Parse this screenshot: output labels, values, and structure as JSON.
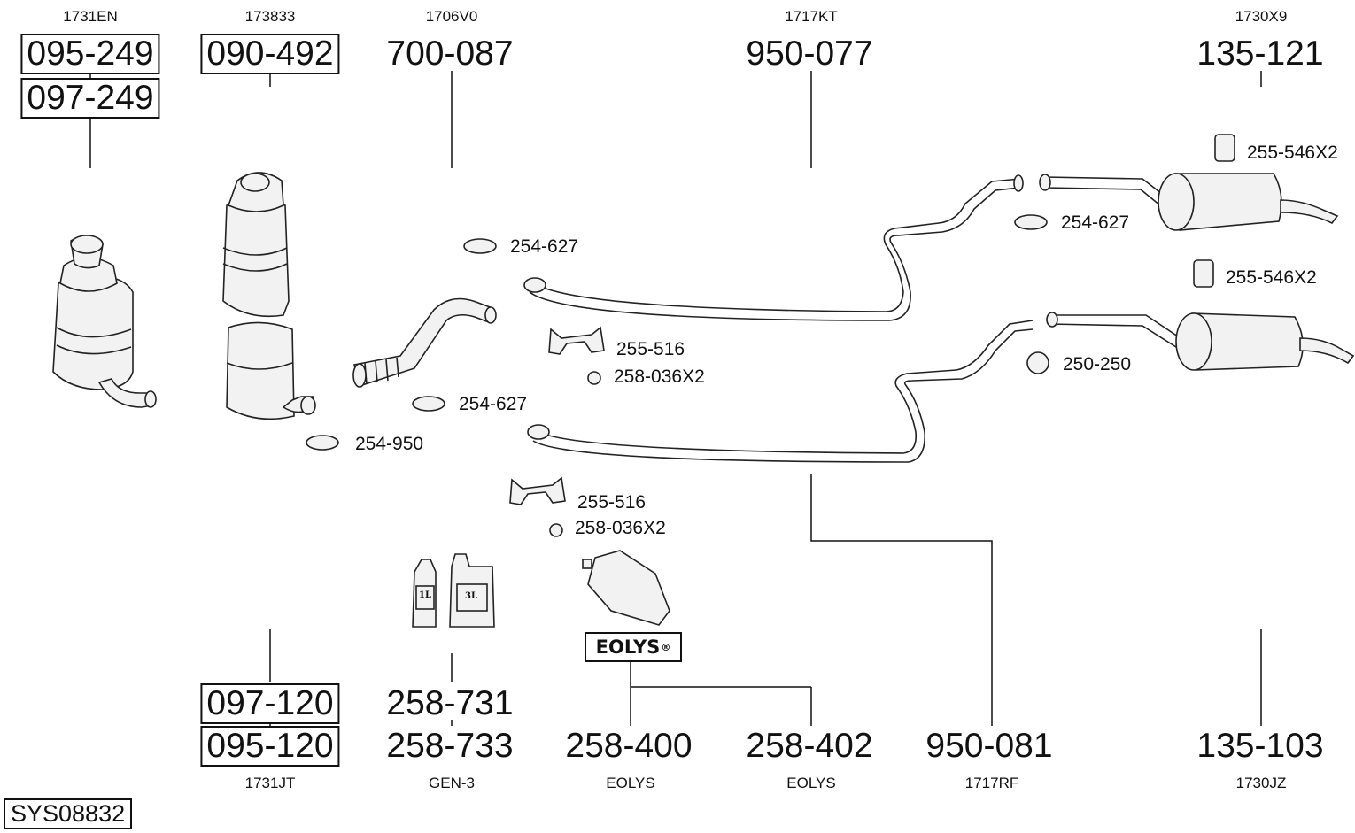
{
  "diagram_id": "SYS08832",
  "oem_top": [
    "1731EN",
    "173833",
    "1706V0",
    "1717KT",
    "1730X9"
  ],
  "parts_top": [
    "095-249",
    "097-249",
    "090-492",
    "700-087",
    "950-077",
    "135-121"
  ],
  "parts_bottom": [
    "097-120",
    "095-120",
    "258-731",
    "258-733",
    "258-400",
    "258-402",
    "950-081",
    "135-103"
  ],
  "oem_bottom": [
    "1731JT",
    "GEN-3",
    "EOLYS",
    "EOLYS",
    "1717RF",
    "1730JZ"
  ],
  "small_parts": [
    "254-627",
    "255-516",
    "258-036X2",
    "254-627",
    "254-950",
    "255-516",
    "258-036X2",
    "255-546X2",
    "254-627",
    "255-546X2",
    "250-250"
  ],
  "can_labels": [
    "1L",
    "3L"
  ],
  "eolys_logo": {
    "text": "EOLYS",
    "mark": "®"
  }
}
